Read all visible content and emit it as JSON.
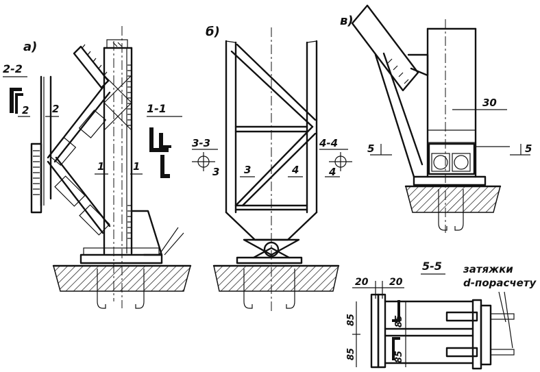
{
  "figure": {
    "views": {
      "a": "а)",
      "b": "б)",
      "v": "в)"
    },
    "sections": {
      "s22": "2-2",
      "s11": "1-1",
      "s33": "3-3",
      "s44": "4-4",
      "s55": "5-5"
    },
    "marks": {
      "m2": "2",
      "m1": "1",
      "m3": "3",
      "m4": "4",
      "m5": "5"
    },
    "dimensions": {
      "d30": "30",
      "d20": "20",
      "d85": "85"
    },
    "notes": {
      "tie_line1": "затяжки",
      "tie_line2": "d-порасчету"
    }
  }
}
